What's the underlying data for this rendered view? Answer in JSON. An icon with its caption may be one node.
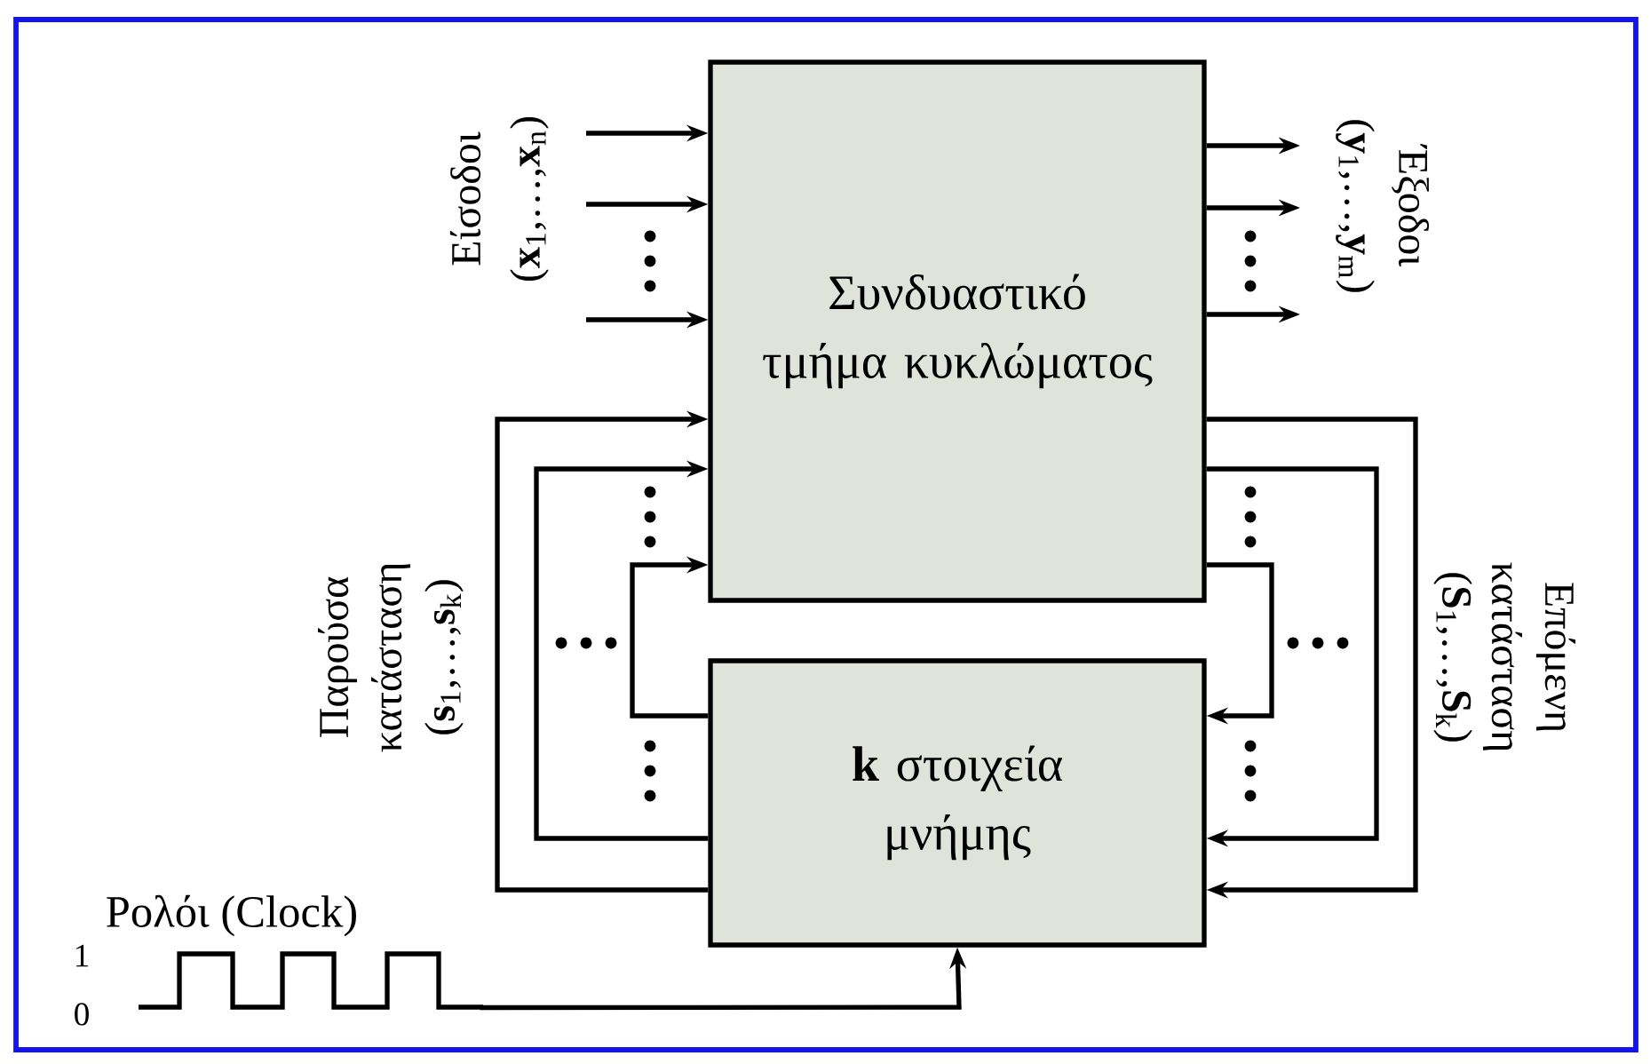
{
  "diagram": {
    "nodes": [
      {
        "text": [
          "Συνδυαστικό τμήμα κυκλώματος"
        ]
      },
      {
        "text": [
          "**k** στοιχεία μνήμης"
        ]
      },
      {
        "text": [],
        "shape": "picture",
        "beside": [
          "Ρολόι (Clock)"
        ]
      }
    ],
    "edges": [
      {
        "from": null,
        "to": 0,
        "arrow": "to"
      },
      {
        "from": null,
        "to": 0,
        "arrow": "to"
      },
      {
        "from": null,
        "to": 0,
        "arrow": "to"
      },
      {
        "from": 0,
        "to": null,
        "arrow": "to"
      },
      {
        "from": 0,
        "to": null,
        "arrow": "to"
      },
      {
        "from": 0,
        "to": null,
        "arrow": "to"
      },
      {
        "from": 1,
        "to": 0,
        "arrow": "to"
      },
      {
        "from": 1,
        "to": 0,
        "arrow": "to"
      },
      {
        "from": 1,
        "to": 0,
        "arrow": "to"
      },
      {
        "from": 0,
        "to": 1,
        "arrow": "to"
      },
      {
        "from": 0,
        "to": 1,
        "arrow": "to"
      },
      {
        "from": 0,
        "to": 1,
        "arrow": "to"
      },
      {
        "from": 2,
        "to": 1,
        "arrow": "to"
      }
    ],
    "labels": [
      "Είσοδοι",
      "(**x**$_{1}$,…,**x**$_{n}$)",
      "(**y**$_{1}$,…,**y**$_{m}$)",
      "Έξοδοι",
      "Παρούσα κατάσταση",
      "(**s**$_{1}$,…,**s**$_{k}$)",
      "(**S**$_{1}$,…,**S**$_{k}$)",
      "Επόμενη κατάσταση",
      "1",
      "0"
    ]
  }
}
